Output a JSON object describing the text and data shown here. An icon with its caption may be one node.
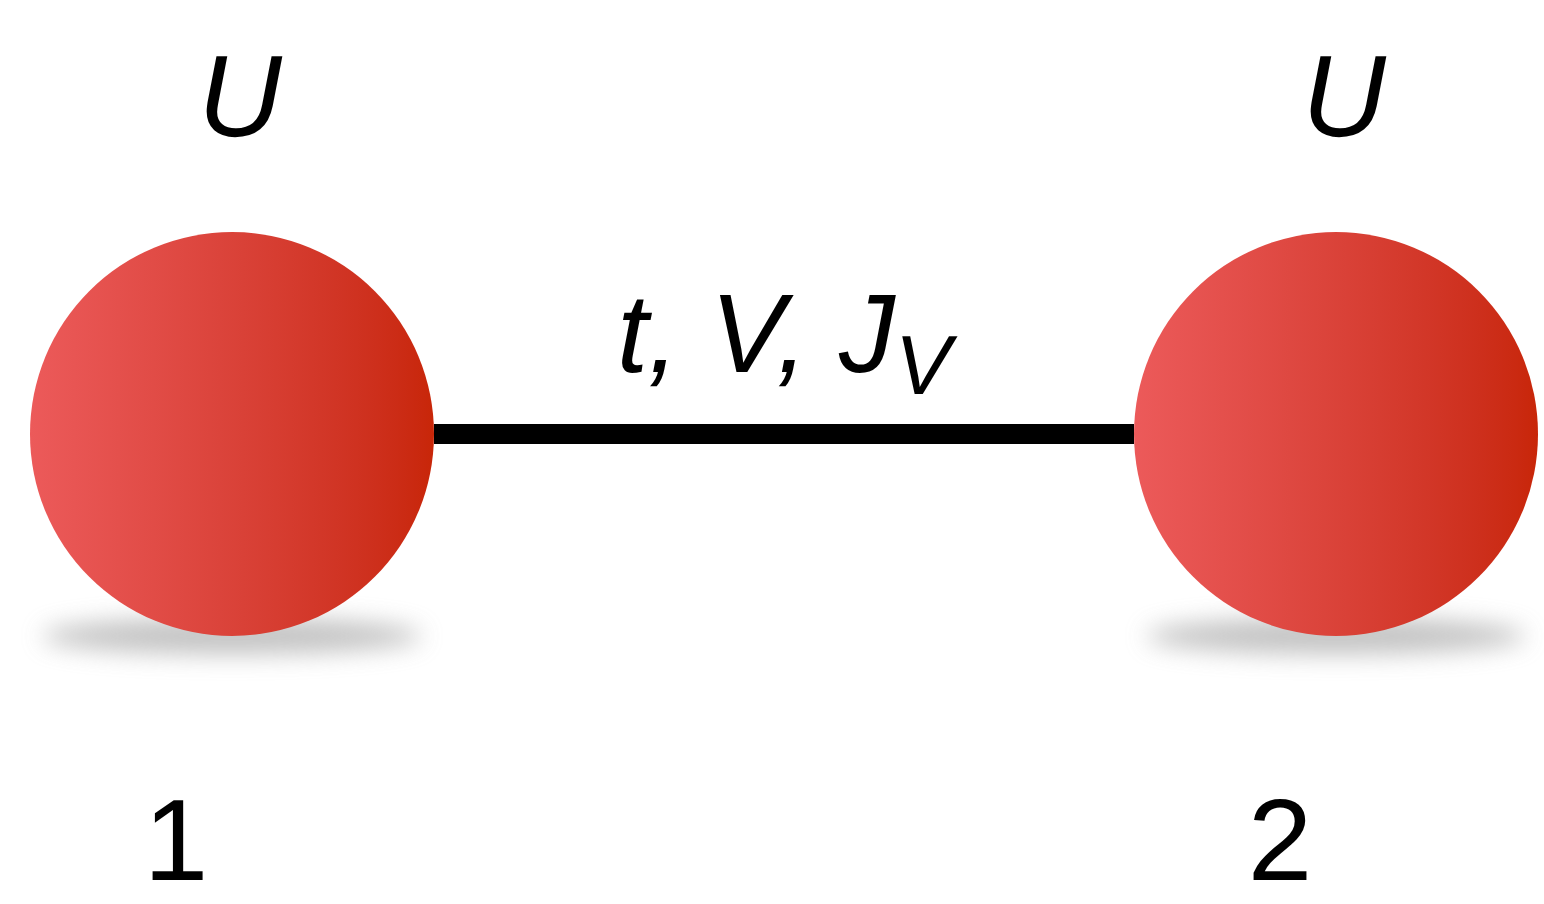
{
  "diagram": {
    "nodes": [
      {
        "text": [],
        "shape": "circle",
        "beside": [
          "U",
          "1"
        ]
      },
      {
        "text": [],
        "shape": "circle",
        "beside": [
          "U",
          "2"
        ]
      }
    ],
    "edges": [
      {
        "from": 0,
        "to": 1,
        "arrow": "none",
        "label": "t, V, J$_{V}$"
      }
    ]
  }
}
